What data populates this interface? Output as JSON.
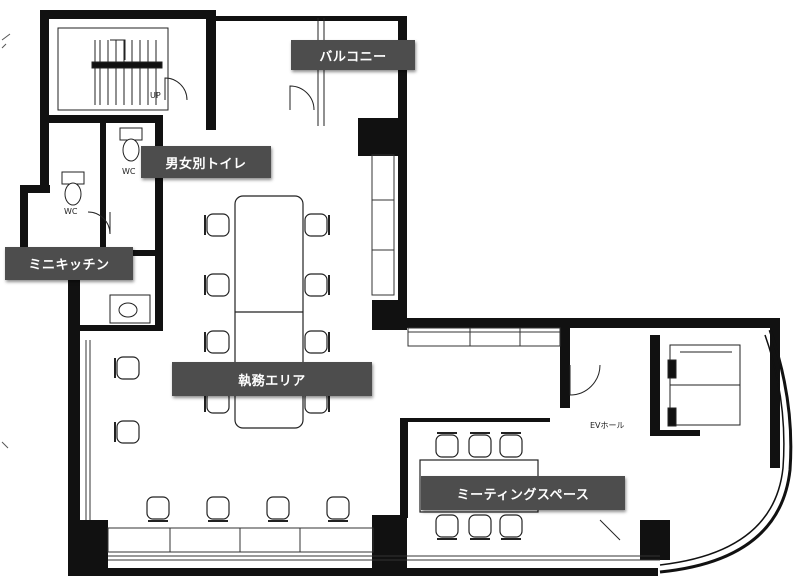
{
  "rooms": {
    "balcony": "バルコニー",
    "toilets": "男女別トイレ",
    "kitchen": "ミニキッチン",
    "work_area": "執務エリア",
    "meeting": "ミーティングスペース"
  },
  "fixture_labels": {
    "wc_upper": "WC",
    "wc_lower": "WC",
    "stair_up": "UP",
    "ev_hall": "EVホール"
  }
}
